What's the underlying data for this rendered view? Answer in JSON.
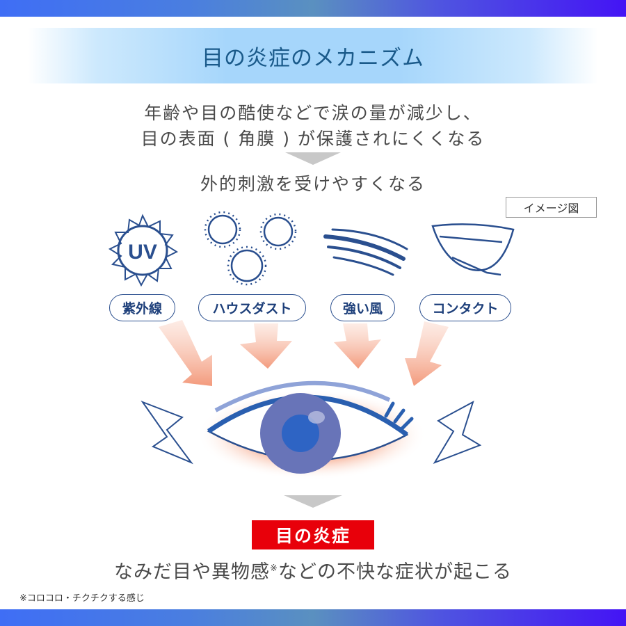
{
  "title": "目の炎症のメカニズム",
  "intro_lines": [
    "年齢や目の酷使などで涙の量が減少し、",
    "目の表面 ( 角膜 ) が保護されにくくなる"
  ],
  "step2": "外的刺激を受けやすくなる",
  "image_note": "イメージ図",
  "uv_text": "UV",
  "causes": [
    "紫外線",
    "ハウスダスト",
    "強い風",
    "コンタクト"
  ],
  "result_label": "目の炎症",
  "result_text_a": "なみだ目や異物感",
  "result_mark": "※",
  "result_text_b": "などの不快な症状が起こる",
  "footnote": "※コロコロ・チクチクする感じ",
  "colors": {
    "accent_blue": "#1d3f7a",
    "red": "#e8000a",
    "arrow": "#f4a88e"
  }
}
